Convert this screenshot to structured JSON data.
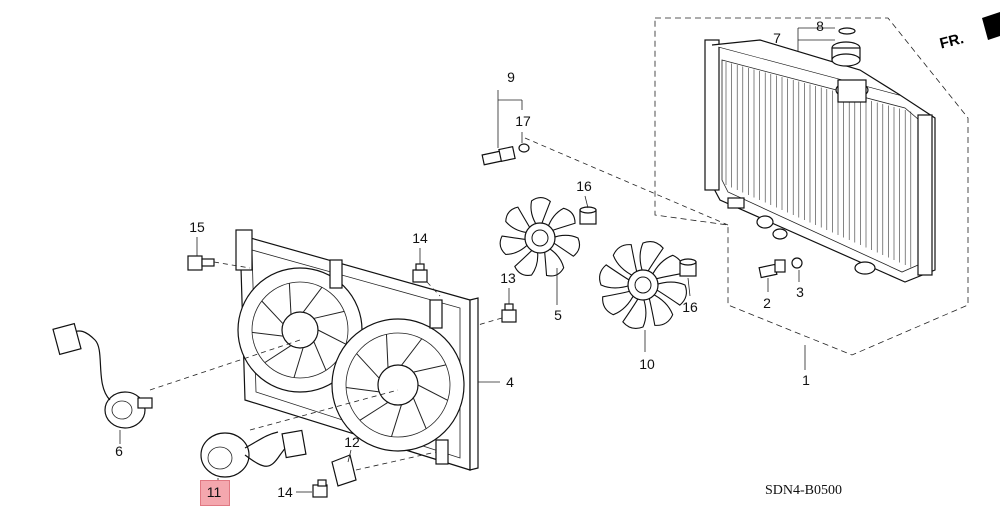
{
  "diagram": {
    "orientation_label": "FR.",
    "code": "SDN4-B0500",
    "highlight_color": "#f4a7ae",
    "callouts": [
      {
        "id": "c1",
        "text": "1"
      },
      {
        "id": "c2",
        "text": "2"
      },
      {
        "id": "c3",
        "text": "3"
      },
      {
        "id": "c4",
        "text": "4"
      },
      {
        "id": "c5",
        "text": "5"
      },
      {
        "id": "c6",
        "text": "6"
      },
      {
        "id": "c7",
        "text": "7"
      },
      {
        "id": "c8",
        "text": "8"
      },
      {
        "id": "c9",
        "text": "9"
      },
      {
        "id": "c10",
        "text": "10"
      },
      {
        "id": "c11",
        "text": "11"
      },
      {
        "id": "c12",
        "text": "12"
      },
      {
        "id": "c13",
        "text": "13"
      },
      {
        "id": "c14a",
        "text": "14"
      },
      {
        "id": "c14b",
        "text": "14"
      },
      {
        "id": "c15",
        "text": "15"
      },
      {
        "id": "c16a",
        "text": "16"
      },
      {
        "id": "c16b",
        "text": "16"
      },
      {
        "id": "c17",
        "text": "17"
      }
    ]
  }
}
